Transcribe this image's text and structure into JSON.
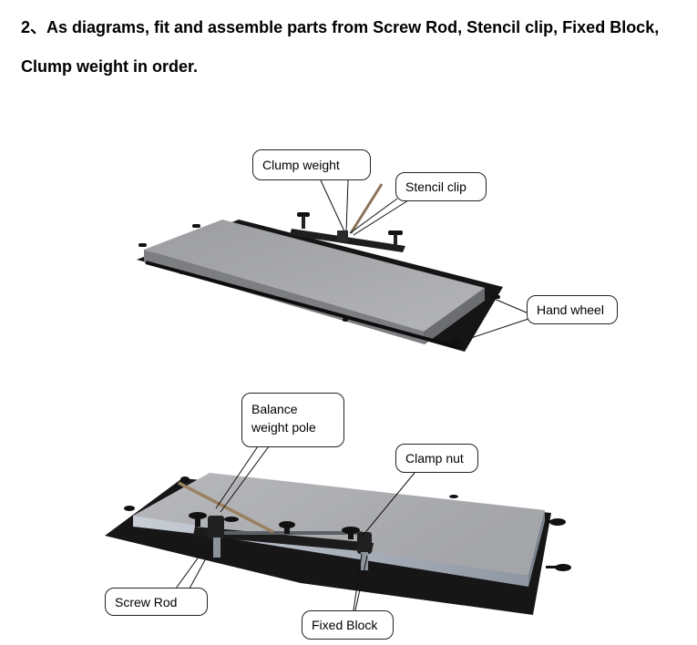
{
  "heading": {
    "line1": "2、As diagrams, fit and assemble parts from Screw Rod, Stencil clip, Fixed Block,",
    "line2": "Clump weight in order."
  },
  "figure1": {
    "callouts": {
      "clump_weight": "Clump weight",
      "stencil_clip": "Stencil clip",
      "hand_wheel": "Hand wheel"
    }
  },
  "figure2": {
    "callouts": {
      "balance_line1": "Balance",
      "balance_line2": "weight pole",
      "clamp_nut": "Clamp nut",
      "screw_rod": "Screw Rod",
      "fixed_block": "Fixed Block"
    }
  },
  "colors": {
    "plate": "#a9aaad",
    "base": "#161616",
    "rail": "#2a2a2a"
  }
}
